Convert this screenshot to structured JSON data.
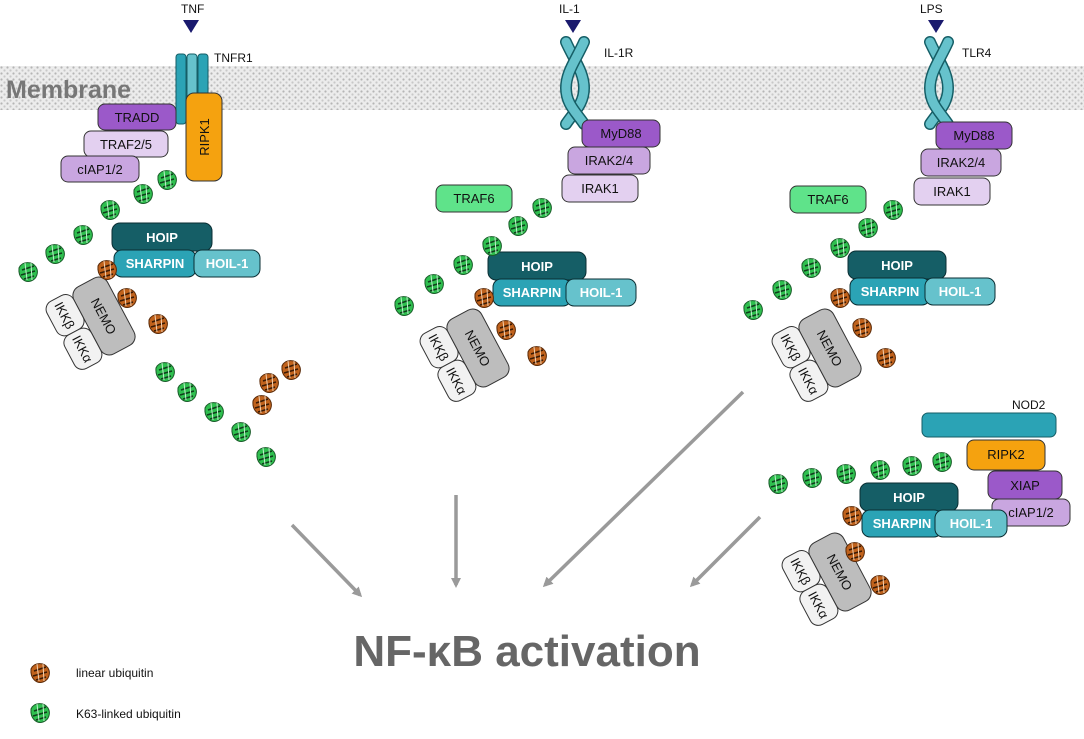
{
  "membrane": {
    "label": "Membrane"
  },
  "pathway_tnf": {
    "ligand": "TNF",
    "receptor": "TNFR1",
    "tradd": "TRADD",
    "traf25": "TRAF2/5",
    "ciap": "cIAP1/2",
    "ripk1": "RIPK1",
    "hoip": "HOIP",
    "sharpin": "SHARPIN",
    "hoil": "HOIL-1",
    "nemo": "NEMO",
    "ikkb": "IKKβ",
    "ikka": "IKKα"
  },
  "pathway_il1": {
    "ligand": "IL-1",
    "receptor": "IL-1R",
    "myd88": "MyD88",
    "irak24": "IRAK2/4",
    "irak1": "IRAK1",
    "traf6": "TRAF6",
    "hoip": "HOIP",
    "sharpin": "SHARPIN",
    "hoil": "HOIL-1",
    "nemo": "NEMO",
    "ikkb": "IKKβ",
    "ikka": "IKKα"
  },
  "pathway_lps": {
    "ligand": "LPS",
    "receptor": "TLR4",
    "myd88": "MyD88",
    "irak24": "IRAK2/4",
    "irak1": "IRAK1",
    "traf6": "TRAF6",
    "hoip": "HOIP",
    "sharpin": "SHARPIN",
    "hoil": "HOIL-1",
    "nemo": "NEMO",
    "ikkb": "IKKβ",
    "ikka": "IKKα"
  },
  "pathway_nod2": {
    "receptor": "NOD2",
    "ripk2": "RIPK2",
    "xiap": "XIAP",
    "ciap": "cIAP1/2",
    "hoip": "HOIP",
    "sharpin": "SHARPIN",
    "hoil": "HOIL-1",
    "nemo": "NEMO",
    "ikkb": "IKKβ",
    "ikka": "IKKα"
  },
  "outcome": {
    "label": "NF-κB activation"
  },
  "legend": {
    "linear": "linear ubiquitin",
    "k63": "K63-linked ubiquitin"
  },
  "colors": {
    "purple_dark": "#9b59c9",
    "purple_light": "#e3d0f0",
    "purple_mid": "#c9a6e0",
    "orange": "#f5a20f",
    "green_box": "#5fe38a",
    "teal_dark": "#155e66",
    "teal_mid": "#2ba3b5",
    "teal_light": "#66c2cc",
    "grey": "#bdbdbd",
    "ub_green": "#2fbf4f",
    "ub_orange": "#c0621c",
    "arrow": "#9a9a9a"
  }
}
